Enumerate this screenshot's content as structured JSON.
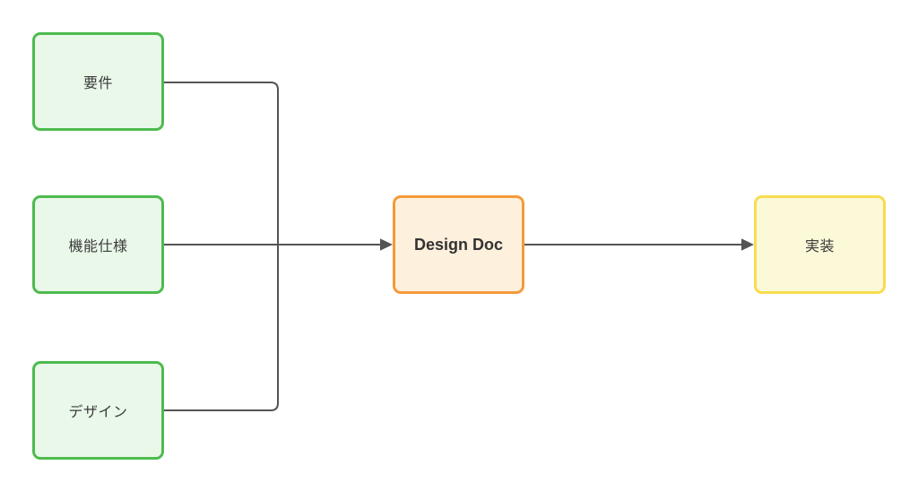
{
  "diagram": {
    "background": "#ffffff",
    "nodes": [
      {
        "id": "requirements",
        "label": "要件",
        "border": "#4dbb4d",
        "fill": "#e9f8e9",
        "bold": false
      },
      {
        "id": "functional-spec",
        "label": "機能仕様",
        "border": "#4dbb4d",
        "fill": "#e9f8e9",
        "bold": false
      },
      {
        "id": "design",
        "label": "デザイン",
        "border": "#4dbb4d",
        "fill": "#e9f8e9",
        "bold": false
      },
      {
        "id": "design-doc",
        "label": "Design Doc",
        "border": "#f49a3a",
        "fill": "#fdf0dc",
        "bold": true
      },
      {
        "id": "implementation",
        "label": "実装",
        "border": "#f8dc4f",
        "fill": "#fcf9d9",
        "bold": false
      }
    ],
    "edges": [
      {
        "from": "要件",
        "to": "Design Doc",
        "type": "merge",
        "arrow": false
      },
      {
        "from": "機能仕様",
        "to": "Design Doc",
        "type": "direct",
        "arrow": true
      },
      {
        "from": "デザイン",
        "to": "Design Doc",
        "type": "merge",
        "arrow": false
      },
      {
        "from": "Design Doc",
        "to": "実装",
        "type": "direct",
        "arrow": true
      }
    ],
    "colors": {
      "edge": "#545454",
      "text": "#3b3b3b"
    }
  }
}
